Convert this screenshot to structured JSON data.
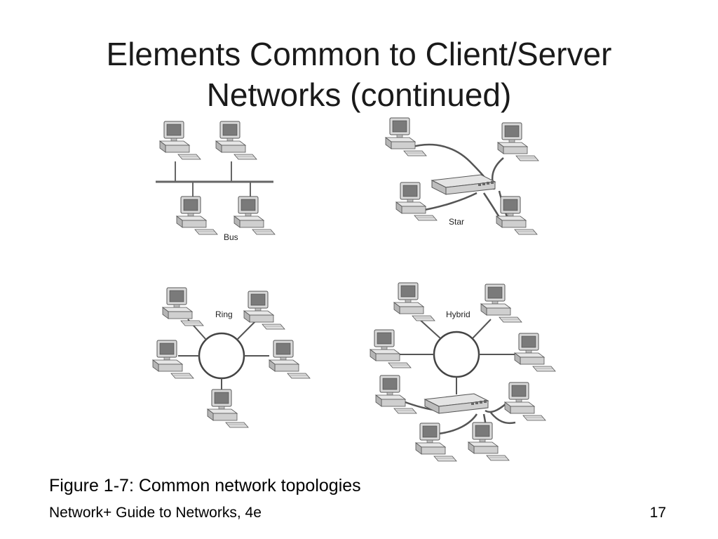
{
  "slide": {
    "title_line1": "Elements Common to Client/Server",
    "title_line2": "Networks (continued)",
    "caption": "Figure 1-7: Common network topologies",
    "footer": "Network+ Guide to Networks, 4e",
    "page_number": "17"
  },
  "diagrams": {
    "bus": {
      "label": "Bus"
    },
    "star": {
      "label": "Star"
    },
    "ring": {
      "label": "Ring"
    },
    "hybrid": {
      "label": "Hybrid"
    }
  },
  "icons": {
    "workstation": "computer-icon",
    "hub": "hub-icon"
  }
}
